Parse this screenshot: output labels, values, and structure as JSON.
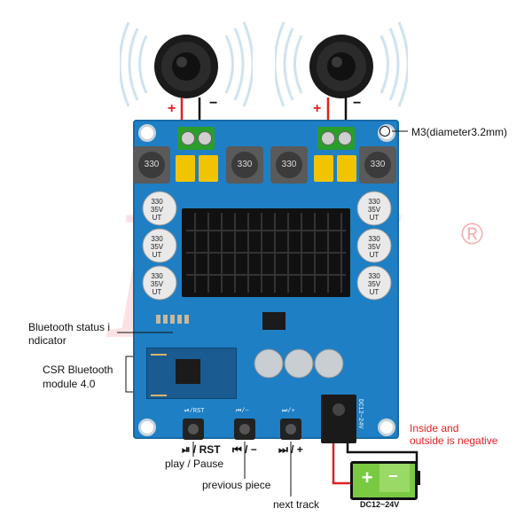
{
  "speakers": {
    "left": {
      "plus": "+",
      "minus": "−"
    },
    "right": {
      "plus": "+",
      "minus": "−"
    }
  },
  "callouts": {
    "mount_hole": "M3(diameter3.2mm)",
    "bt_status": "Bluetooth status i ndicator",
    "bt_module_line1": "CSR Bluetooth",
    "bt_module_line2": "module 4.0",
    "negative_line1": "Inside and",
    "negative_line2": "outside is negative",
    "play_pause": "play / Pause",
    "previous": "previous piece",
    "next": "next track"
  },
  "buttons": {
    "play_rst": "⏯ / RST",
    "prev": "⏮ / −",
    "next": "⏭ / +"
  },
  "pcb": {
    "inductor_label": "330",
    "cap_labels": [
      "330",
      "35V",
      "UT"
    ],
    "dc_label": "DC12~24V",
    "btn_silk_play": "⏯/RST",
    "btn_silk_prev": "⏮/−",
    "btn_silk_next": "⏭/+"
  },
  "battery": {
    "label": "DC12~24V",
    "plus": "+",
    "minus": "−"
  },
  "watermark": {
    "text": "RM",
    "reg": "®"
  },
  "colors": {
    "pcb": "#1e7fc4",
    "heatsink": "#111111",
    "terminal": "#2a9d2a",
    "cap_yellow": "#f2c400",
    "wire_red": "#e02020",
    "battery_green": "#7ac943"
  }
}
